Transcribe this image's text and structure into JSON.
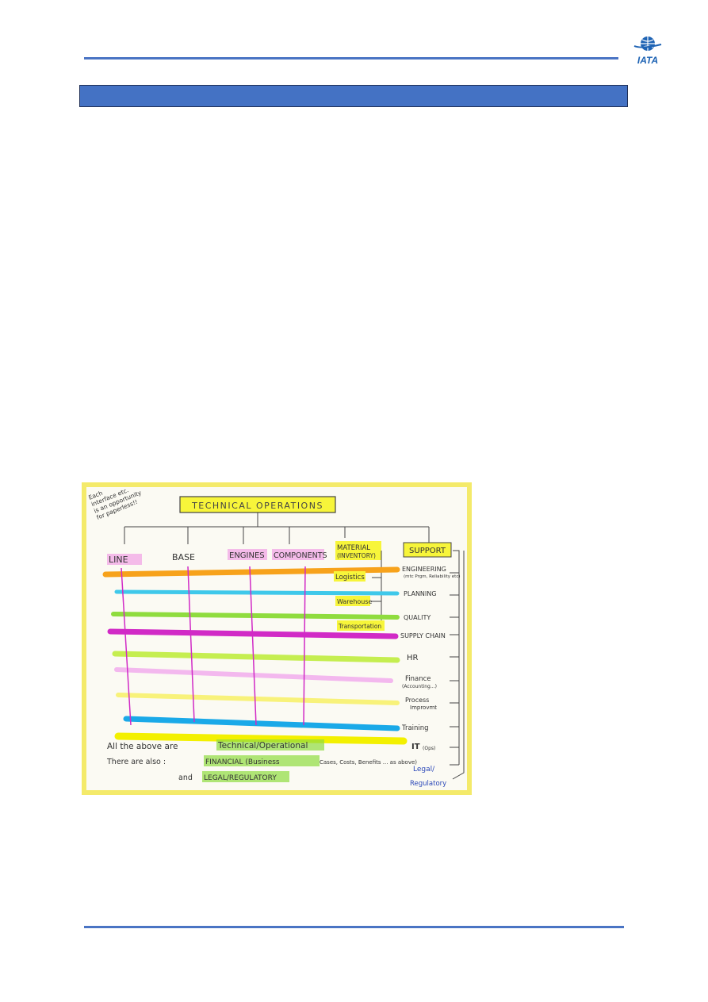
{
  "header": {
    "logo_text": "IATA"
  },
  "section_banner": {
    "title": ""
  },
  "whiteboard": {
    "title": "TECHNICAL OPERATIONS",
    "side_note": [
      "Each",
      "interface etc.",
      "is an opportunity",
      "for paperless!!"
    ],
    "columns": [
      "LINE",
      "BASE",
      "ENGINES",
      "COMPONENTS"
    ],
    "material": [
      "MATERIAL",
      "(INVENTORY)"
    ],
    "material_subitems": [
      "Logistics",
      "Warehouse",
      "Transportation"
    ],
    "support": "SUPPORT",
    "support_items": [
      [
        "ENGINEERING",
        "(mtc Prgm, Reliability etc)"
      ],
      [
        "PLANNING"
      ],
      [
        "QUALITY"
      ],
      [
        "SUPPLY CHAIN"
      ],
      [
        "HR"
      ],
      [
        "Finance",
        "(Accounting...)"
      ],
      [
        "Process",
        "Improvmt"
      ],
      [
        "Training"
      ],
      [
        "IT",
        "(Ops)"
      ]
    ],
    "bottom_line1_prefix": "All the above are",
    "bottom_line1_highlight": "Technical/Operational",
    "bottom_line2_prefix": "There are also :",
    "bottom_line2_highlight": "FINANCIAL (Business",
    "bottom_line2_suffix": "Cases, Costs, Benefits ... as above)",
    "bottom_line3_prefix": "and",
    "bottom_line3_highlight": "LEGAL/REGULATORY",
    "legal_note": [
      "Legal/",
      "Regulatory"
    ]
  },
  "colors": {
    "rule": "#4a74c4",
    "banner": "#4472c4",
    "highlight_yellow": "#f7f53a",
    "highlight_pink": "#f2a5e6",
    "orange": "#f7a21b",
    "cyan": "#3fc8ea",
    "green": "#8fdc3e",
    "magenta": "#d12ac6",
    "lime": "#c5ee50",
    "pale_pink": "#f3b8ee",
    "light_yellow": "#f8f27a",
    "blue": "#1aa9e8",
    "yellow": "#f3f000"
  }
}
